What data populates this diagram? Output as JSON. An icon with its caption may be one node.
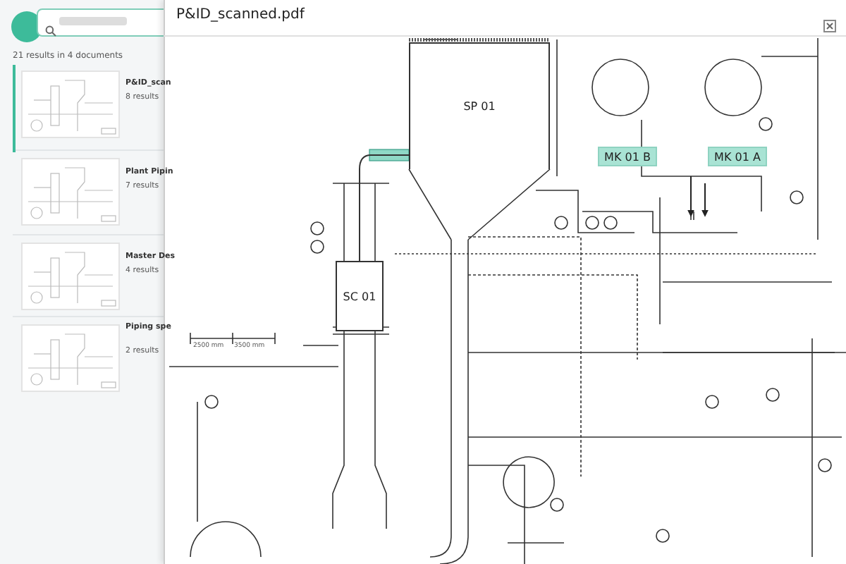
{
  "diagram": {
    "title": "P&ID_scanned.pdf",
    "nodes": [
      {
        "text": [
          "SC 01"
        ]
      },
      {
        "text": [
          "SP 01"
        ]
      },
      {
        "text": [
          "MK 01 B"
        ]
      },
      {
        "text": [
          "MK 01 A"
        ]
      }
    ],
    "edges": [
      {
        "from": 0,
        "to": 1,
        "arrow": "none"
      }
    ],
    "labels": [
      "21 results in 4 documents",
      "P&ID_scan",
      "8 results",
      "Plant Pipin",
      "7 results",
      "Master Des",
      "4 results",
      "Piping spe",
      "2 results",
      "2500 mm",
      "3500 mm"
    ]
  }
}
